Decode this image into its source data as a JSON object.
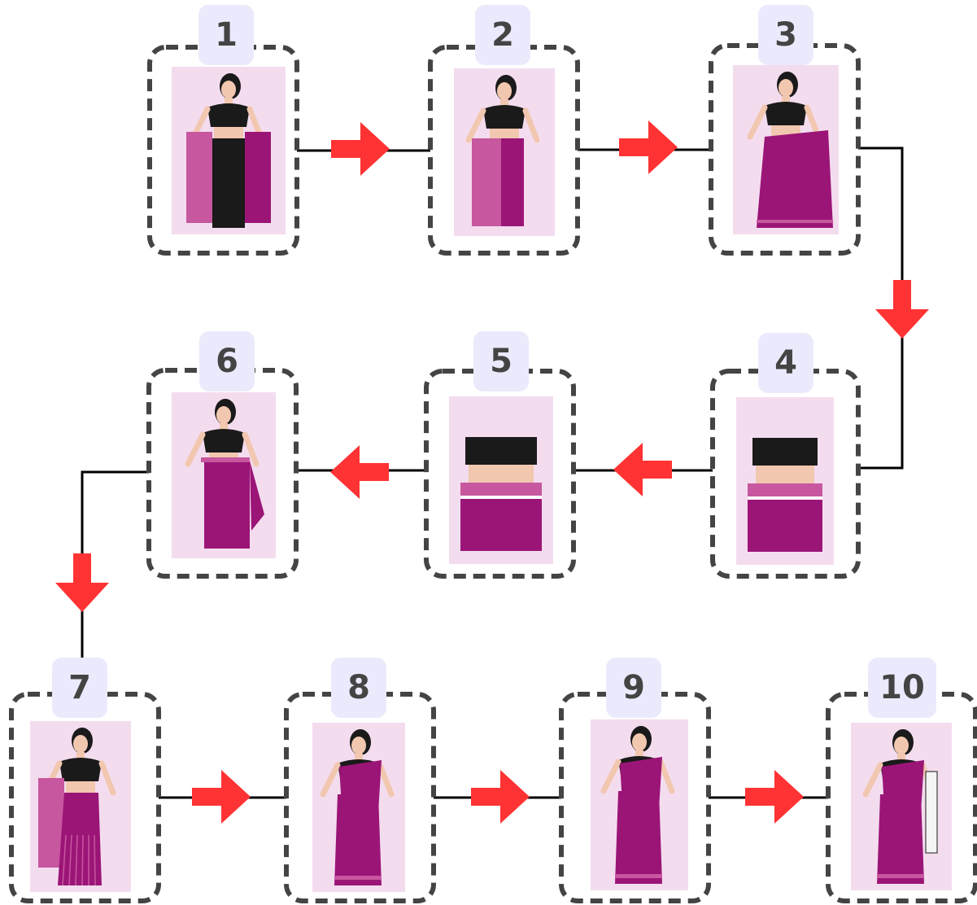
{
  "colors": {
    "frame": "#444444",
    "connector": "#000000",
    "arrow": "#ff3333",
    "badge": "#eaeafc",
    "panel": "#f4dcef",
    "saree": "#9b1577",
    "saree_light": "#c7579f",
    "blouse": "#1a1a1a",
    "skin": "#f2c7b0"
  },
  "steps": [
    {
      "number": "1",
      "image": "woman-holding-open-saree-icon"
    },
    {
      "number": "2",
      "image": "woman-tucking-saree-icon"
    },
    {
      "number": "3",
      "image": "woman-wrapping-saree-icon"
    },
    {
      "number": "4",
      "image": "saree-pleats-waist-closeup-icon"
    },
    {
      "number": "5",
      "image": "saree-tucked-waist-closeup-icon"
    },
    {
      "number": "6",
      "image": "woman-holding-pallu-icon"
    },
    {
      "number": "7",
      "image": "woman-making-pleats-icon"
    },
    {
      "number": "8",
      "image": "woman-folding-pallu-icon"
    },
    {
      "number": "9",
      "image": "woman-draping-pallu-icon"
    },
    {
      "number": "10",
      "image": "woman-fully-draped-saree-icon"
    }
  ]
}
